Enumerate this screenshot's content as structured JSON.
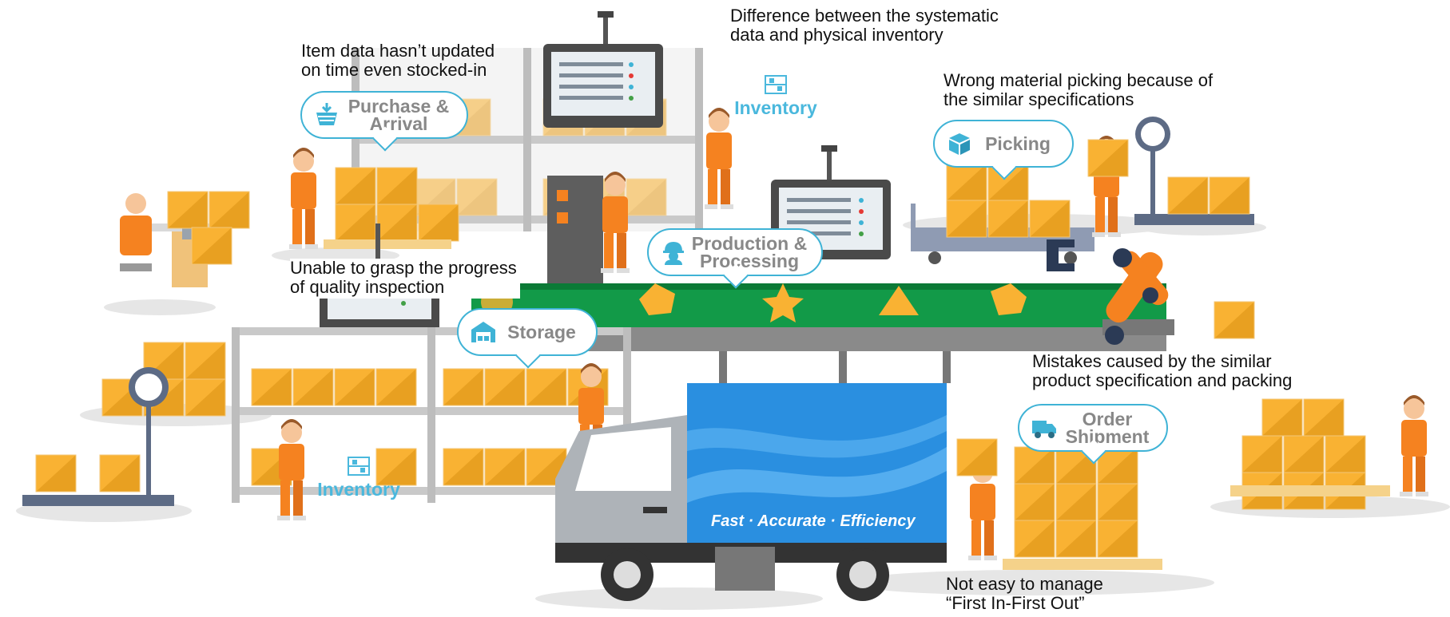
{
  "notes": {
    "item_data": [
      "Item data hasn’t updated",
      "on time even stocked-in"
    ],
    "difference": [
      "Difference between the systematic",
      "data and physical inventory"
    ],
    "wrong_picking": [
      "Wrong material picking because of",
      "the similar specifications"
    ],
    "quality": [
      "Unable to grasp the progress",
      "of quality inspection"
    ],
    "mistakes": [
      "Mistakes caused by the similar",
      "product specification and packing"
    ],
    "fifo": [
      "Not easy to manage",
      "“First In-First Out”"
    ]
  },
  "bubbles": {
    "purchase": [
      "Purchase &",
      "Arrival"
    ],
    "picking": [
      "Picking"
    ],
    "production": [
      "Production &",
      "Processing"
    ],
    "storage": [
      "Storage"
    ],
    "shipment": [
      "Order",
      "Shipment"
    ]
  },
  "labels": {
    "inventory_top": "Inventory",
    "inventory_bottom": "Inventory",
    "truck_slogan": "Fast · Accurate · Efficiency"
  },
  "colors": {
    "accent": "#3fb3d6",
    "worker": "#f58220",
    "box": "#f9b233",
    "conveyor": "#129a48",
    "truck_blue": "#2a8fe0"
  },
  "icons": {
    "purchase": "basket-icon",
    "picking": "box-open-icon",
    "production": "worker-helmet-icon",
    "storage": "warehouse-icon",
    "shipment": "delivery-truck-icon",
    "inventory": "shelf-icon"
  }
}
